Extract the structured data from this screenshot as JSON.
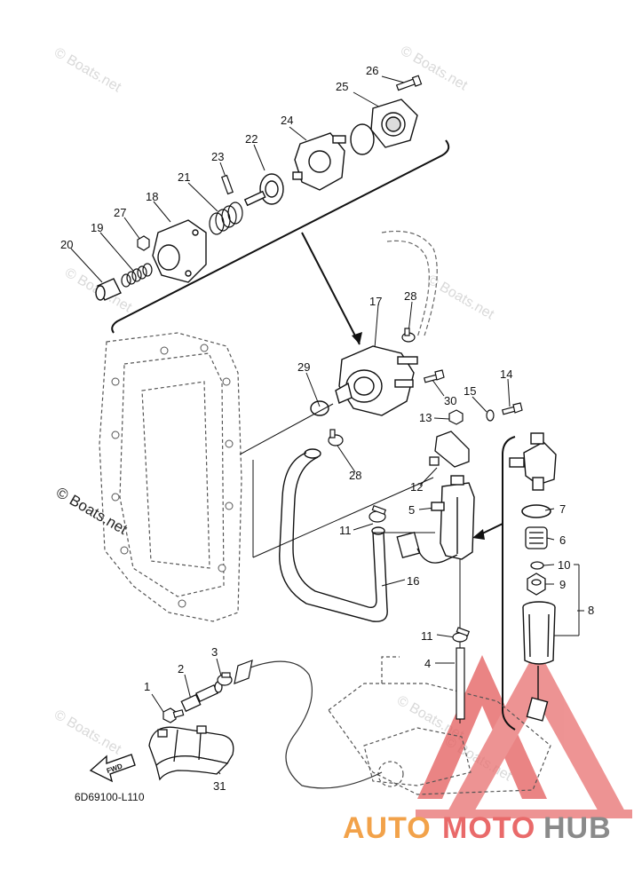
{
  "watermark": {
    "text": "© Boats.net"
  },
  "labels": {
    "fwd": "FWD",
    "diagram_code": "6D69100-L110"
  },
  "brand": {
    "part1": "AUTO",
    "part2": "MOTO",
    "part3": "HUB"
  },
  "callouts": {
    "c1": "1",
    "c2": "2",
    "c3": "3",
    "c4": "4",
    "c5": "5",
    "c6": "6",
    "c7": "7",
    "c8": "8",
    "c9": "9",
    "c10": "10",
    "c11": "11",
    "c12": "12",
    "c13": "13",
    "c14": "14",
    "c15": "15",
    "c16": "16",
    "c17": "17",
    "c18": "18",
    "c19": "19",
    "c20": "20",
    "c21": "21",
    "c22": "22",
    "c23": "23",
    "c24": "24",
    "c25": "25",
    "c26": "26",
    "c27": "27",
    "c28": "28",
    "c29": "29",
    "c30": "30",
    "c31": "31"
  },
  "colors": {
    "brand_orange": "#f2a24a",
    "brand_red": "#e96a6a",
    "brand_gray": "#8a8a8a",
    "logo_triangle": "#e87070"
  }
}
